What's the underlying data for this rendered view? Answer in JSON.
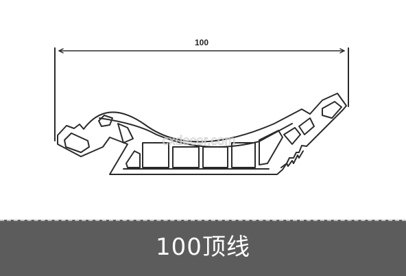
{
  "drawing": {
    "dimension_label": "100",
    "watermark": "cxdecor.com"
  },
  "footer": {
    "title": "100顶线"
  },
  "colors": {
    "line": "#2a2a2a",
    "footer_bg": "#5c5c5c",
    "footer_text": "#ffffff"
  }
}
